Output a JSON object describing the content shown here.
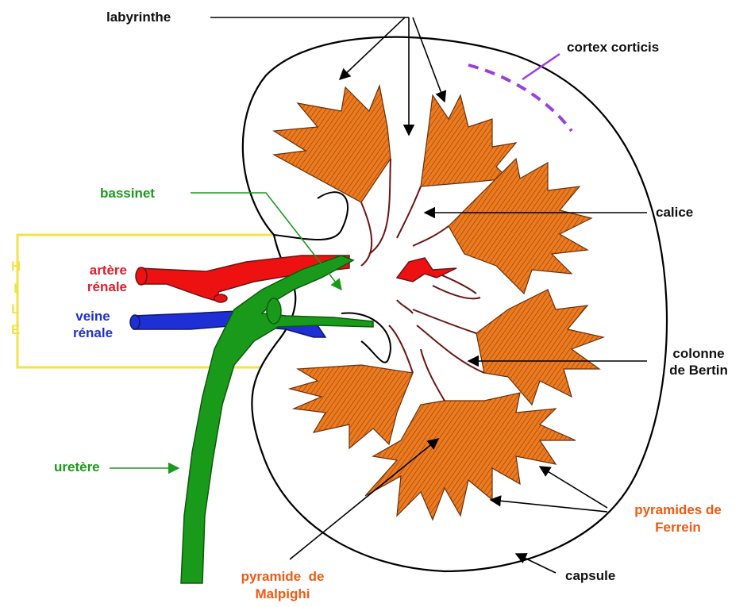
{
  "colors": {
    "outline": "#000000",
    "pyramid": "#ec7a1e",
    "pyramid_stripe": "#6b2e0a",
    "calice": "#6b1414",
    "artery": "#ee1111",
    "vein": "#1f2fd6",
    "pelvis": "#1a9a1a",
    "cortex": "#9a3ee0",
    "hile": "#f2e34a",
    "label_dark": "#111111",
    "label_orange": "#ee5a12",
    "label_red": "#e21b2a",
    "label_blue": "#1f2fd6",
    "label_green": "#1a9a1a"
  },
  "labels": {
    "labyrinthe": "labyrinthe",
    "cortex_corticis": "cortex corticis",
    "bassinet": "bassinet",
    "calice": "calice",
    "artere_line1": "artère",
    "artere_line2": "rénale",
    "veine_line1": "veine",
    "veine_line2": "rénale",
    "colonne_line1": "colonne",
    "colonne_line2": "de Bertin",
    "uretere": "uretère",
    "pyramides_line1": "pyramides de",
    "pyramides_line2": "Ferrein",
    "pyramide_line1": "pyramide  de",
    "pyramide_line2": "Malpighi",
    "capsule": "capsule"
  },
  "hile_letters": [
    "H",
    "I",
    "L",
    "E"
  ]
}
